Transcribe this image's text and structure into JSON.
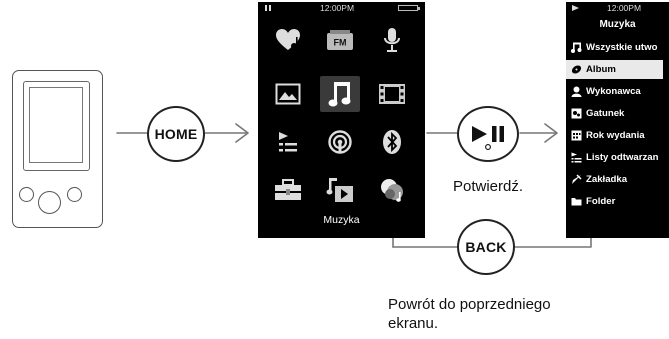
{
  "buttons": {
    "home": "HOME",
    "back": "BACK"
  },
  "main_screen": {
    "time": "12:00PM",
    "title": "Muzyka",
    "icons": [
      "heart-music-icon",
      "fm-radio-icon",
      "microphone-icon",
      "photo-icon",
      "music-note-icon",
      "video-film-icon",
      "playlist-icon",
      "podcast-icon",
      "bluetooth-icon",
      "toolbox-icon",
      "music-video-icon",
      "intelligence-icon"
    ]
  },
  "music_screen": {
    "time": "12:00PM",
    "title": "Muzyka",
    "items": [
      {
        "label": "Wszystkie utwo",
        "icon": "music-note-icon"
      },
      {
        "label": "Album",
        "icon": "album-disc-icon"
      },
      {
        "label": "Wykonawca",
        "icon": "artist-icon"
      },
      {
        "label": "Gatunek",
        "icon": "genre-icon"
      },
      {
        "label": "Rok wydania",
        "icon": "calendar-icon"
      },
      {
        "label": "Listy odtwarzan",
        "icon": "playlist-icon"
      },
      {
        "label": "Zakładka",
        "icon": "bookmark-icon"
      },
      {
        "label": "Folder",
        "icon": "folder-icon"
      }
    ],
    "selected_index": 1
  },
  "captions": {
    "confirm": "Potwierdź.",
    "back_text": "Powrót do poprzedniego ekranu."
  },
  "colors": {
    "line": "#777777",
    "screen": "#000000",
    "highlight": "#e9e9e9"
  }
}
